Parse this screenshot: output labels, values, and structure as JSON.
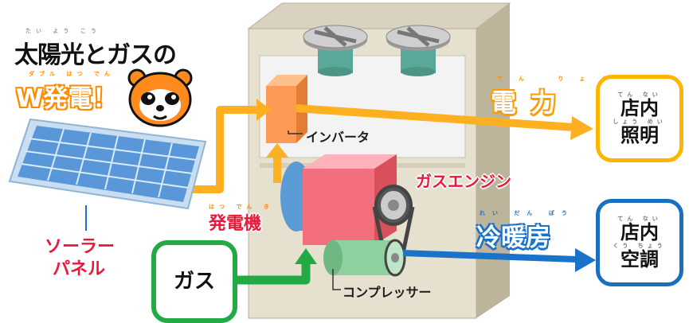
{
  "title": {
    "text": "太陽光とガスの",
    "ruby": "たい よう こう"
  },
  "w_hatsuden": {
    "text": "W発電！",
    "ruby": "ダブル はつ でん"
  },
  "labels": {
    "solar_panel_line1": "ソーラー",
    "solar_panel_line2": "パネル",
    "inverter": "インバータ",
    "gas_engine": "ガスエンジン",
    "generator": "発電機",
    "generator_ruby": "はつ でん き",
    "compressor": "コンプレッサー",
    "gas": "ガス"
  },
  "outputs": {
    "electricity": {
      "text": "電力",
      "ruby": "でん りょく",
      "color": "#ff9a00"
    },
    "heating_cooling": {
      "text": "冷暖房",
      "ruby": "れい だん ぼう",
      "color": "#1a73c9"
    }
  },
  "targets": {
    "lighting": {
      "line1": "店内",
      "ruby1": "てん ない",
      "line2": "照明",
      "ruby2": "しょう めい",
      "border": "#ffb400"
    },
    "aircon": {
      "line1": "店内",
      "ruby1": "てん ない",
      "line2": "空調",
      "ruby2": "くう ちょう",
      "border": "#1a6fc0"
    }
  },
  "icons": [
    "tanuki-mascot-icon",
    "solar-panel-icon",
    "cooling-fan-icon",
    "cooling-fan-icon"
  ],
  "colors": {
    "orange_arrow": "#ffb020",
    "green_arrow": "#22aa44",
    "blue_arrow": "#1a73c9",
    "gas_box_border": "#22aa44"
  }
}
